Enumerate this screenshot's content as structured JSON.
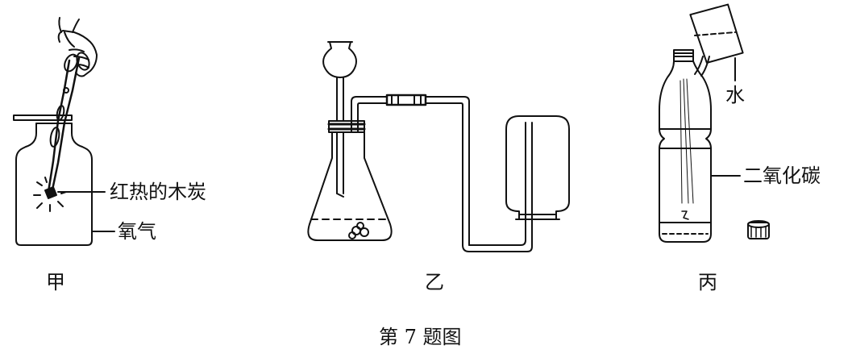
{
  "figures": [
    {
      "id": "jia",
      "caption": "甲",
      "labels": [
        "红热的木炭",
        "氧气"
      ]
    },
    {
      "id": "yi",
      "caption": "乙",
      "labels": []
    },
    {
      "id": "bing",
      "caption": "丙",
      "labels": [
        "水",
        "二氧化碳"
      ]
    }
  ],
  "figure_title": "第 7 题图"
}
